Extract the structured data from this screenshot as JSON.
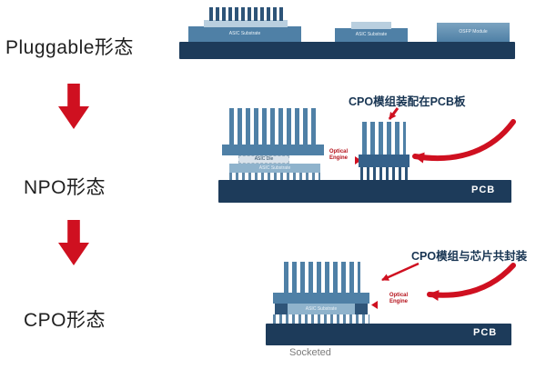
{
  "stages": {
    "pluggable": "Pluggable形态",
    "npo": "NPO形态",
    "cpo": "CPO形态"
  },
  "pluggable_diagram": {
    "left_substrate": "ASIC Substrate",
    "mid_substrate": "ASIC Substrate",
    "module": "OSFP Module"
  },
  "npo_diagram": {
    "annotation": "CPO模组装配在PCB板",
    "asic_die": "ASIC Die",
    "asic_substrate": "ASIC Substrate",
    "optical_engine": "Optical\nEngine",
    "pcb": "PCB"
  },
  "cpo_diagram": {
    "annotation": "CPO模组与芯片共封装",
    "asic_substrate": "ASIC Substrate",
    "optical_engine": "Optical\nEngine",
    "pcb": "PCB",
    "socketed": "Socketed"
  },
  "colors": {
    "red": "#cf1020",
    "navy": "#1d3b5a",
    "steel_blue": "#4f80a6",
    "light_blue": "#b9cfdf"
  }
}
